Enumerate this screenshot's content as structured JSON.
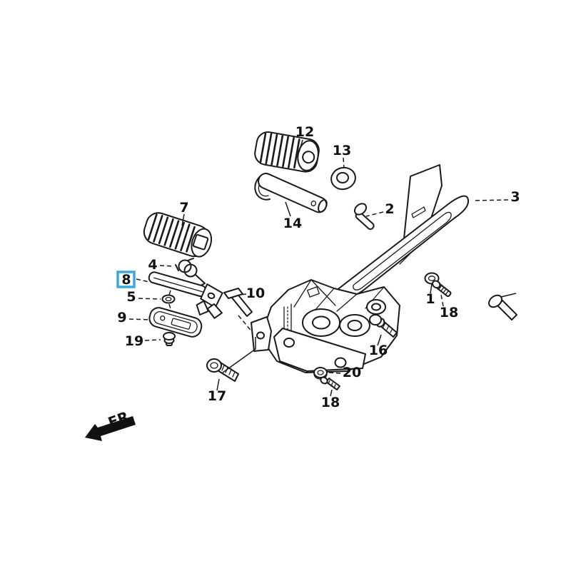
{
  "diagram_type": "exploded-parts-diagram",
  "background": "#ffffff",
  "line_color": "#1a1a1a",
  "highlight_color": "#3aa8dc",
  "highlighted_part": "8",
  "labels": {
    "p1": "1",
    "p2": "2",
    "p3": "3",
    "p4": "4",
    "p5": "5",
    "p7": "7",
    "p8": "8",
    "p9": "9",
    "p10": "10",
    "p12": "12",
    "p13": "13",
    "p14": "14",
    "p16": "16",
    "p17": "17",
    "p18a": "18",
    "p18b": "18",
    "p19": "19",
    "p20": "20",
    "fr": "FR."
  }
}
